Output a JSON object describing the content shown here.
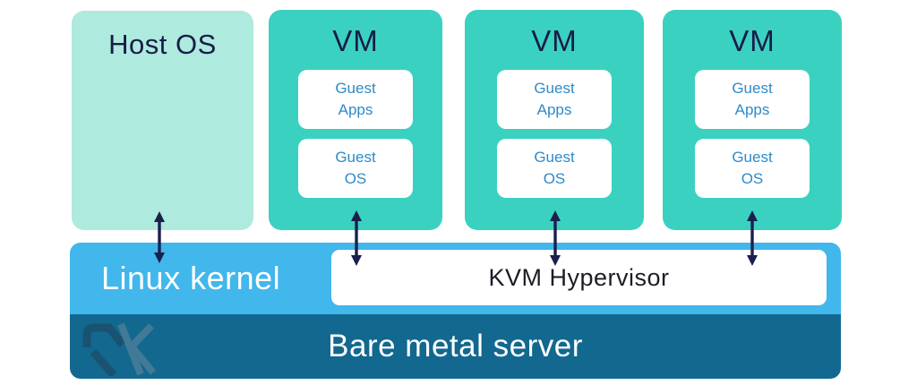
{
  "host": {
    "label": "Host OS"
  },
  "vms": [
    {
      "label": "VM",
      "apps": "Guest\nApps",
      "os": "Guest\nOS"
    },
    {
      "label": "VM",
      "apps": "Guest\nApps",
      "os": "Guest\nOS"
    },
    {
      "label": "VM",
      "apps": "Guest\nApps",
      "os": "Guest\nOS"
    }
  ],
  "kernel": {
    "label": "Linux kernel",
    "hypervisor": "KVM Hypervisor"
  },
  "server": {
    "label": "Bare metal server",
    "logo": "rk-monogram"
  },
  "colors": {
    "host-fill": "#aeeade",
    "vm-fill": "#3bd1c1",
    "title-navy": "#171c48",
    "guest-blue": "#2e8ac8",
    "kernel-blue": "#41b7ec",
    "server-blue": "#12688f",
    "kvm-text": "#1d1d29",
    "arrow-navy": "#1b1f4e",
    "logo-dark": "#1c4f6d",
    "logo-light": "#4d7f9a"
  }
}
